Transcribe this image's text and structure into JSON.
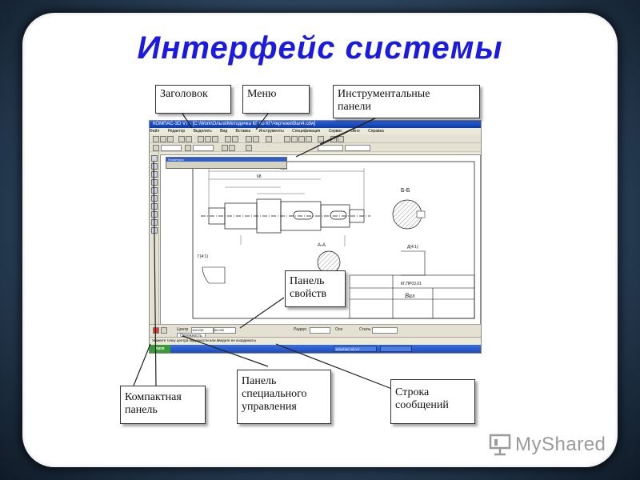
{
  "slide": {
    "title": "Интерфейс системы"
  },
  "callouts": {
    "header": "Заголовок",
    "menu": "Меню",
    "toolbars_line1": "Инструментальные",
    "toolbars_line2": "панели",
    "properties_line1": "Панель",
    "properties_line2": "свойств",
    "compact_line1": "Компактная",
    "compact_line2": "панель",
    "special_line1": "Панель",
    "special_line2": "специального",
    "special_line3": "управления",
    "messages_line1": "Строка",
    "messages_line2": "сообщений"
  },
  "app": {
    "window_title": "КОМПАС-3D V7 - [C:\\Work\\Ольга\\Методичка КГ по КГ\\Чертежи\\Вал4.cdw]",
    "menu_items": [
      "Файл",
      "Редактор",
      "Выделить",
      "Вид",
      "Вставка",
      "Инструменты",
      "Спецификация",
      "Сервис",
      "Окно",
      "Справка"
    ],
    "geometry_panel_title": "Геометрия",
    "prop_center_label": "Центр",
    "prop_center_value": "109.226",
    "prop_center_value2": "96.002",
    "prop_radius_label": "Радиус",
    "prop_axes_label": "Оси",
    "prop_style_label": "Стиль",
    "prop_tab_label": "Окружность",
    "message_line": "Укажите точку центра окружности или введите ее координаты",
    "taskbar_start": "пуск",
    "taskbar_task": "КОМПАС-3D V7"
  },
  "drawing": {
    "dim_220": "220",
    "dim_68": "68",
    "section_label": "Б-Б",
    "view_label": "А-А",
    "detail_label": "Г(4:1)",
    "detail2_label": "Д(4:1)",
    "stamp_name": "Вал",
    "stamp_code": "КГ.ПР03.01"
  },
  "logo": {
    "text": "MyShared"
  },
  "colors": {
    "title": "#1a1ae0",
    "card": "#ffffff",
    "background": "#1d2a3a"
  }
}
